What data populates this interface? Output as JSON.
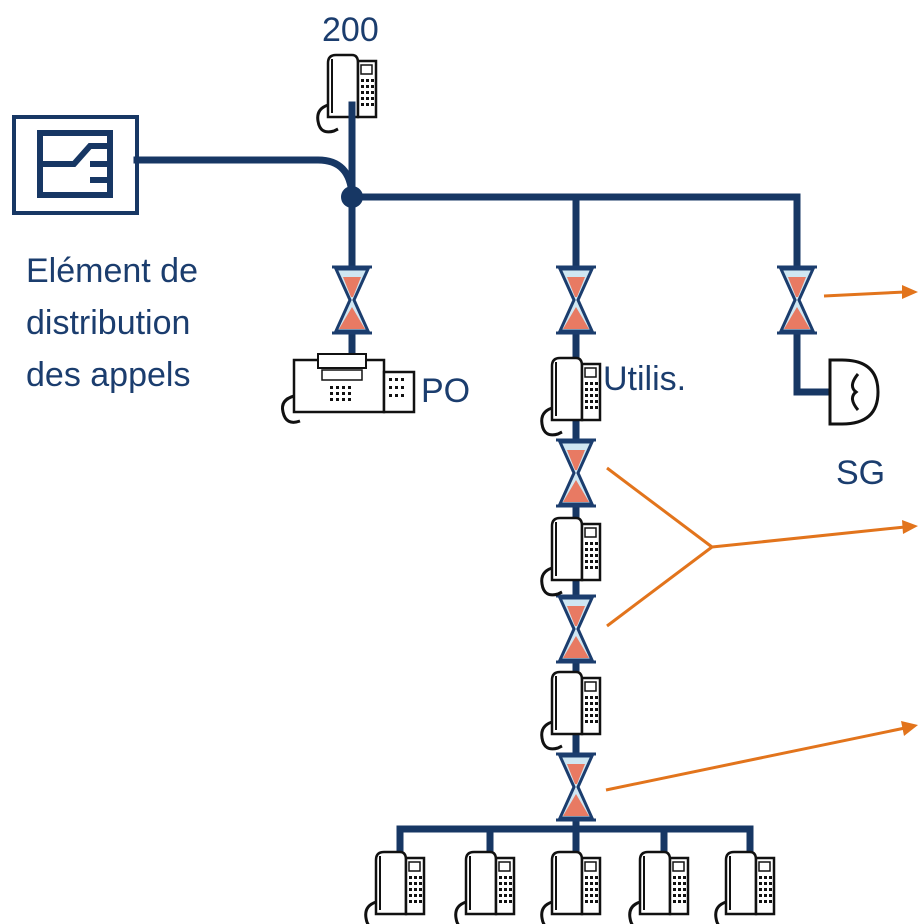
{
  "labels": {
    "top_extension": "200",
    "distributor_line1": "Elément de",
    "distributor_line2": "distribution",
    "distributor_line3": "des appels",
    "attendant": "PO",
    "user": "Utilis.",
    "sg": "SG"
  },
  "icons": {
    "switch": "call-distribution-switch-icon",
    "phone": "desk-phone-icon",
    "console": "attendant-console-icon",
    "timer": "hourglass-icon",
    "sg": "sg-device-icon"
  },
  "colors": {
    "wire": "#173764",
    "hourglass_frame": "#1b3d6e",
    "hourglass_fill": "#e87a63",
    "hourglass_glass": "#cfe6f2",
    "arrow": "#e2741c",
    "text": "#1b3d6e"
  }
}
